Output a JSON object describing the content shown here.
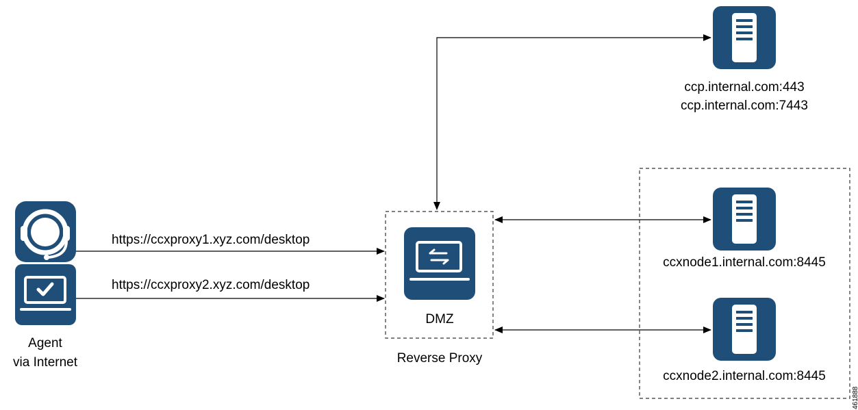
{
  "colors": {
    "icon_fill": "#1f4e79",
    "icon_detail": "#ffffff",
    "line": "#000000",
    "dashed_box": "#333333"
  },
  "agent": {
    "label_line1": "Agent",
    "label_line2": "via Internet",
    "icons": [
      "headset-icon",
      "laptop-check-icon"
    ]
  },
  "links": {
    "url1": "https://ccxproxy1.xyz.com/desktop",
    "url2": "https://ccxproxy2.xyz.com/desktop"
  },
  "proxy": {
    "icon_label": "DMZ",
    "caption": "Reverse Proxy",
    "icon": "laptop-exchange-icon"
  },
  "servers": {
    "ccp": {
      "line1": "ccp.internal.com:443",
      "line2": "ccp.internal.com:7443",
      "icon": "server-icon"
    },
    "node1": {
      "label": "ccxnode1.internal.com:8445",
      "icon": "server-icon"
    },
    "node2": {
      "label": "ccxnode2.internal.com:8445",
      "icon": "server-icon"
    }
  },
  "figure_id": "461888"
}
